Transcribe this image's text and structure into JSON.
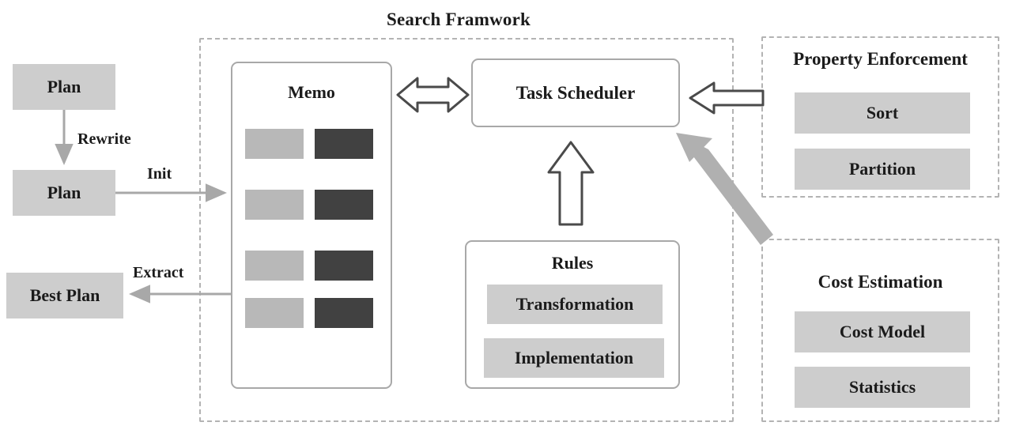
{
  "title": "Search Framwork",
  "colors": {
    "box_fill": "#cdcdcd",
    "panel_border": "#a8a8a8",
    "dashed_border": "#b3b3b3",
    "memo_bar_light": "#b8b8b8",
    "memo_bar_dark": "#414141",
    "thick_arrow": "#b0b0b0",
    "thin_arrow": "#a8a8a8",
    "hollow_arrow_stroke": "#4a4a4a",
    "text": "#1b1b1b"
  },
  "left_flow": {
    "plan_top_label": "Plan",
    "plan_bottom_label": "Plan",
    "best_plan_label": "Best Plan",
    "rewrite_label": "Rewrite",
    "init_label": "Init",
    "extract_label": "Extract"
  },
  "framework": {
    "memo": {
      "title": "Memo",
      "rows": [
        {
          "left": "",
          "right": ""
        },
        {
          "left": "",
          "right": ""
        },
        {
          "left": "",
          "right": ""
        },
        {
          "left": "",
          "right": ""
        }
      ]
    },
    "task_scheduler": {
      "title": "Task Scheduler"
    },
    "rules": {
      "title": "Rules",
      "items": [
        {
          "label": "Transformation"
        },
        {
          "label": "Implementation"
        }
      ]
    }
  },
  "property_enforcement": {
    "title": "Property Enforcement",
    "items": [
      {
        "label": "Sort"
      },
      {
        "label": "Partition"
      }
    ]
  },
  "cost_estimation": {
    "title": "Cost Estimation",
    "items": [
      {
        "label": "Cost Model"
      },
      {
        "label": "Statistics"
      }
    ]
  }
}
